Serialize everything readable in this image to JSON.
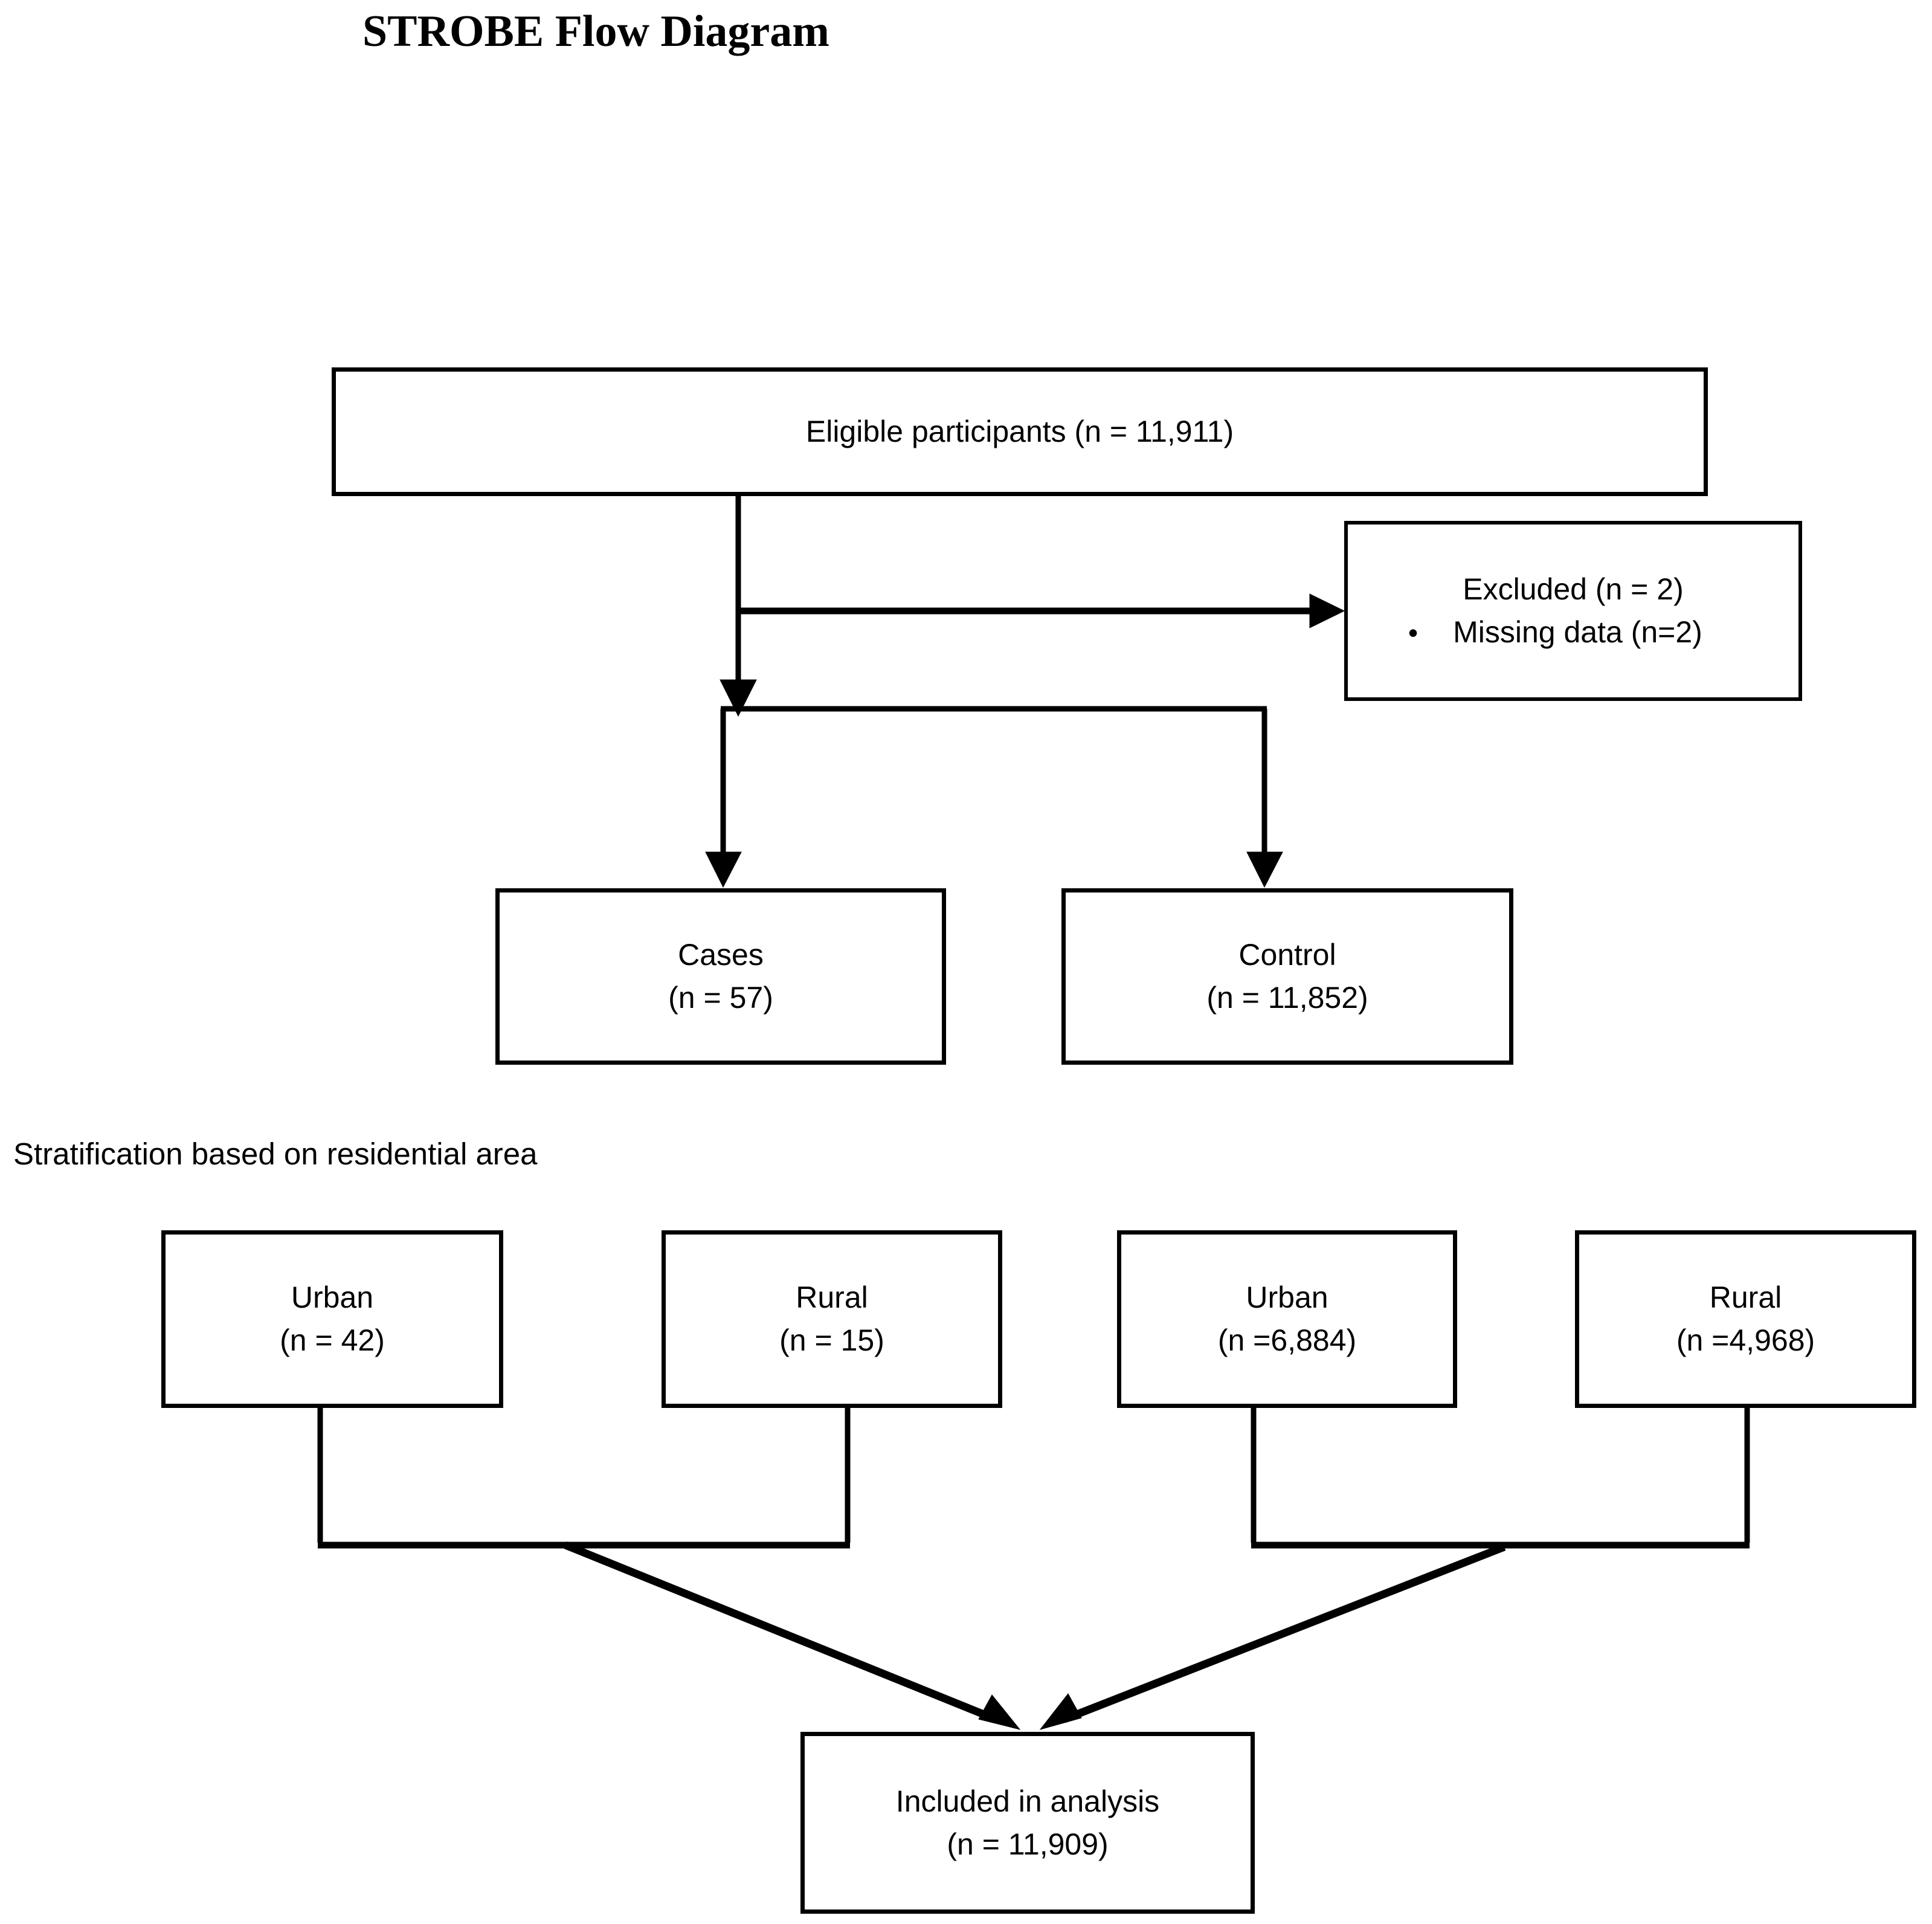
{
  "title": "STROBE Flow Diagram",
  "stratification_label": "Stratification based on residential area",
  "boxes": {
    "eligible": {
      "line1": "Eligible participants (n = 11,911)"
    },
    "excluded": {
      "line1": "Excluded (n = 2)",
      "bullet_glyph": "•",
      "bullet1": "Missing data (n=2)"
    },
    "cases": {
      "line1": "Cases",
      "line2": "(n = 57)"
    },
    "control": {
      "line1": "Control",
      "line2": "(n = 11,852)"
    },
    "cases_urban": {
      "line1": "Urban",
      "line2": "(n = 42)"
    },
    "cases_rural": {
      "line1": "Rural",
      "line2": "(n = 15)"
    },
    "control_urban": {
      "line1": "Urban",
      "line2": "(n =6,884)"
    },
    "control_rural": {
      "line1": "Rural",
      "line2": "(n =4,968)"
    },
    "included": {
      "line1": "Included in analysis",
      "line2": "(n = 11,909)"
    }
  },
  "colors": {
    "stroke": "#000000",
    "background": "#ffffff",
    "text": "#000000"
  }
}
